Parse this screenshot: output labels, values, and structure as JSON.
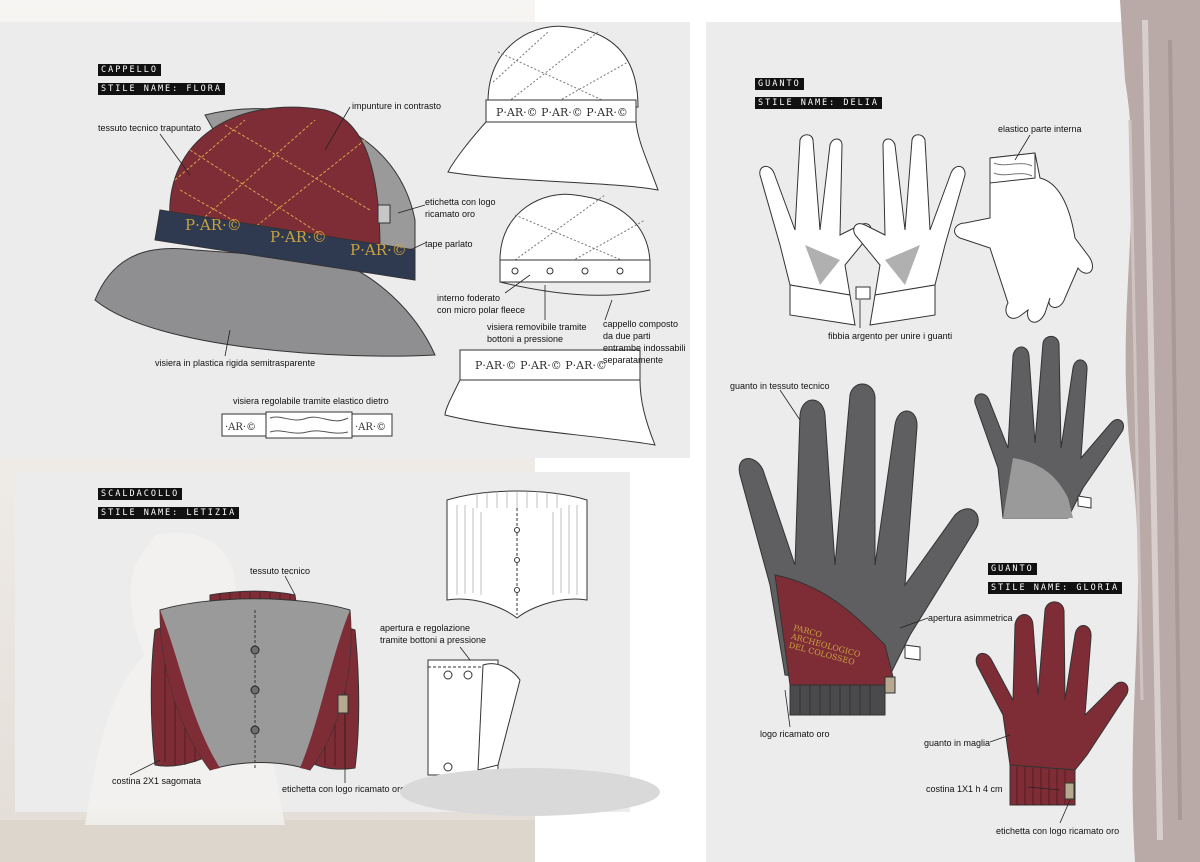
{
  "colors": {
    "maroon": "#7e2d36",
    "grey": "#5f5f61",
    "light_grey": "#9a9a9a",
    "panel": "#ececec",
    "navy": "#2f3a50",
    "gold": "#c9a13e"
  },
  "cappello": {
    "title": "CAPPELLO",
    "style": "STILE NAME: FLORA",
    "labels": {
      "impunture": "impunture in contrasto",
      "tessuto": "tessuto tecnico trapuntato",
      "etichetta": "etichetta con logo\nricamato oro",
      "tape": "tape parlato",
      "interno": "interno foderato\ncon micro polar fleece",
      "visiera_rimovibile": "visiera removibile tramite\nbottoni a pressione",
      "composto": "cappello composto\nda due parti\nentrambe indossabili\nseparatamente",
      "visiera_plastica": "visiera in plastica rigida semitrasparente",
      "regolabile": "visiera regolabile tramite elastico dietro"
    },
    "logo": "P·AR·©"
  },
  "scaldacollo": {
    "title": "SCALDACOLLO",
    "style": "STILE NAME: LETIZIA",
    "labels": {
      "tessuto": "tessuto tecnico",
      "apertura": "apertura e regolazione\ntramite bottoni a pressione",
      "costina": "costina 2X1 sagomata",
      "etichetta": "etichetta con logo ricamato oro"
    }
  },
  "guanto_delia": {
    "title": "GUANTO",
    "style": "STILE NAME: DELIA",
    "labels": {
      "elastico": "elastico parte interna",
      "fibbia": "fibbia argento per unire i guanti",
      "tessuto": "guanto in tessuto tecnico",
      "apertura": "apertura asimmetrica",
      "logo": "logo ricamato oro"
    },
    "print": "PARCO\nARCHEOLOGICO\nDEL COLOSSEO"
  },
  "guanto_gloria": {
    "title": "GUANTO",
    "style": "STILE NAME: GLORIA",
    "labels": {
      "maglia": "guanto in maglia",
      "costina": "costina 1X1 h 4 cm",
      "etichetta": "etichetta con logo ricamato oro"
    }
  }
}
